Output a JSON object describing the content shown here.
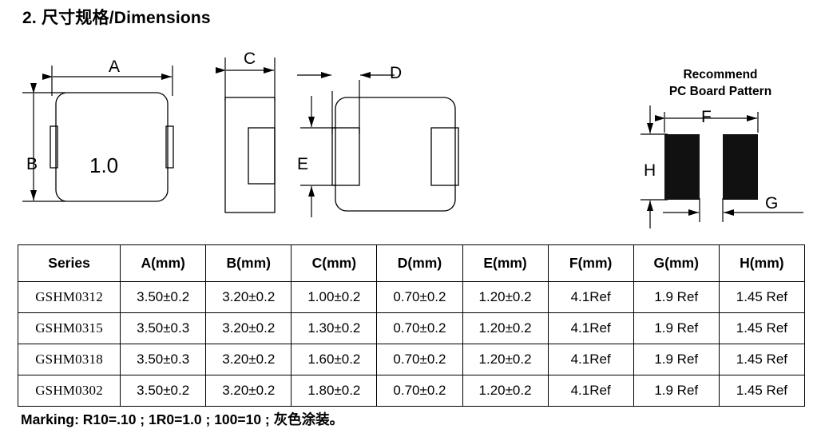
{
  "page": {
    "title": "2. 尺寸规格/Dimensions"
  },
  "figures": {
    "top_view": {
      "name": "top-view",
      "body_text": "1.0",
      "dim_a": "A",
      "dim_b": "B"
    },
    "side_view": {
      "name": "side-view",
      "dim_c": "C"
    },
    "bottom_view": {
      "name": "bottom-view",
      "dim_d": "D",
      "dim_e": "E"
    },
    "pcb_pattern": {
      "name": "recommend-pc-board-pattern",
      "heading_line1": "Recommend",
      "heading_line2": "PC Board Pattern",
      "dim_f": "F",
      "dim_g": "G",
      "dim_h": "H",
      "pad_color": "#111111"
    }
  },
  "table": {
    "headers": [
      "Series",
      "A(mm)",
      "B(mm)",
      "C(mm)",
      "D(mm)",
      "E(mm)",
      "F(mm)",
      "G(mm)",
      "H(mm)"
    ],
    "rows": [
      {
        "series": "GSHM0312",
        "a": "3.50±0.2",
        "b": "3.20±0.2",
        "c": "1.00±0.2",
        "d": "0.70±0.2",
        "e": "1.20±0.2",
        "f": "4.1Ref",
        "g": "1.9 Ref",
        "h": "1.45 Ref"
      },
      {
        "series": "GSHM0315",
        "a": "3.50±0.3",
        "b": "3.20±0.2",
        "c": "1.30±0.2",
        "d": "0.70±0.2",
        "e": "1.20±0.2",
        "f": "4.1Ref",
        "g": "1.9 Ref",
        "h": "1.45 Ref"
      },
      {
        "series": "GSHM0318",
        "a": "3.50±0.3",
        "b": "3.20±0.2",
        "c": "1.60±0.2",
        "d": "0.70±0.2",
        "e": "1.20±0.2",
        "f": "4.1Ref",
        "g": "1.9 Ref",
        "h": "1.45 Ref"
      },
      {
        "series": "GSHM0302",
        "a": "3.50±0.2",
        "b": "3.20±0.2",
        "c": "1.80±0.2",
        "d": "0.70±0.2",
        "e": "1.20±0.2",
        "f": "4.1Ref",
        "g": "1.9 Ref",
        "h": "1.45 Ref"
      }
    ]
  },
  "notes": {
    "marking": "Marking: R10=.10 ; 1R0=1.0 ; 100=10 ; 灰色涂装。"
  }
}
